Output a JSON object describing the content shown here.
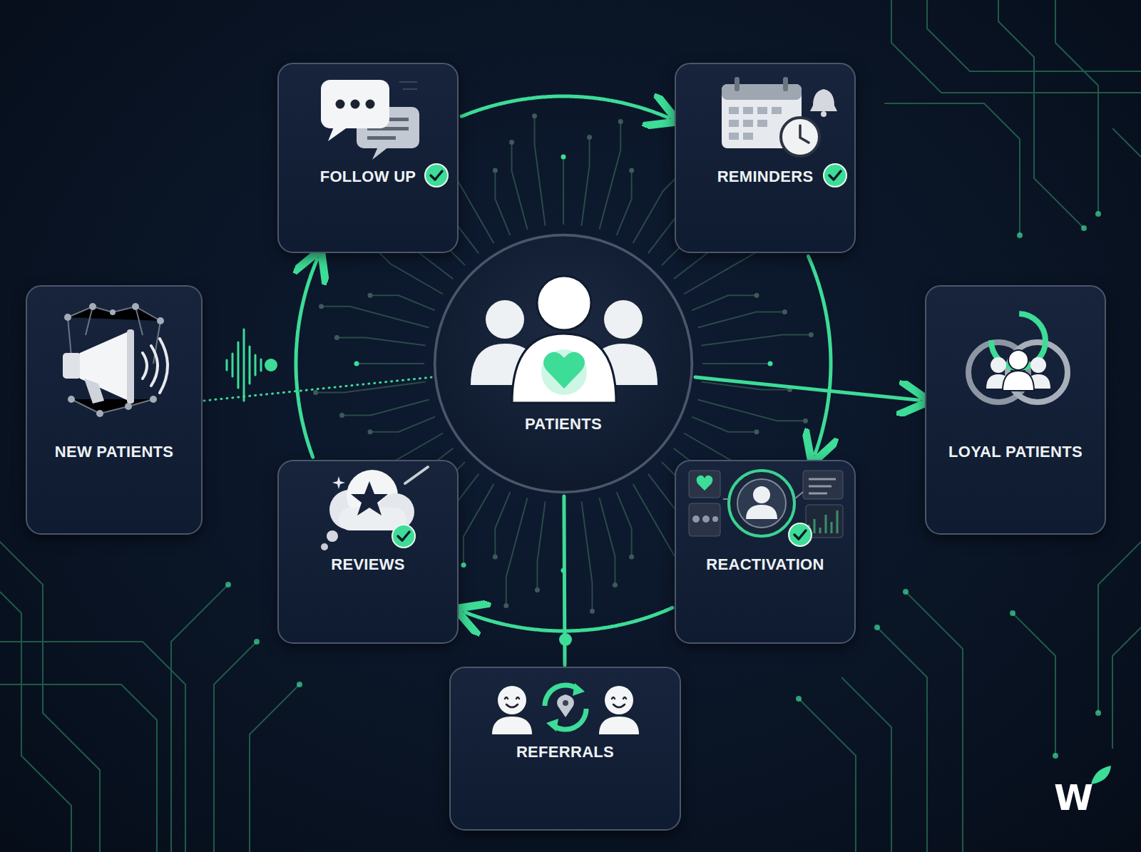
{
  "diagram": {
    "nodes": [
      {
        "text": [
          "FOLLOW UP"
        ]
      },
      {
        "text": [
          "REMINDERS"
        ]
      },
      {
        "text": [
          "NEW PATIENTS"
        ]
      },
      {
        "text": [
          "PATIENTS"
        ]
      },
      {
        "text": [
          "LOYAL PATIENTS"
        ]
      },
      {
        "text": [
          "REVIEWS"
        ]
      },
      {
        "text": [
          "REACTIVATION"
        ]
      },
      {
        "text": [
          "REFERRALS"
        ]
      }
    ],
    "edges": [
      {
        "from": 5,
        "to": 0,
        "arrow": "to"
      },
      {
        "from": 0,
        "to": 1,
        "arrow": "to"
      },
      {
        "from": 1,
        "to": 6,
        "arrow": "to"
      },
      {
        "from": 6,
        "to": 5,
        "arrow": "to"
      },
      {
        "from": 2,
        "to": 3,
        "arrow": "none"
      },
      {
        "from": 3,
        "to": 4,
        "arrow": "to"
      },
      {
        "from": 7,
        "to": 3,
        "arrow": "none"
      }
    ],
    "labels": [
      "W"
    ]
  }
}
